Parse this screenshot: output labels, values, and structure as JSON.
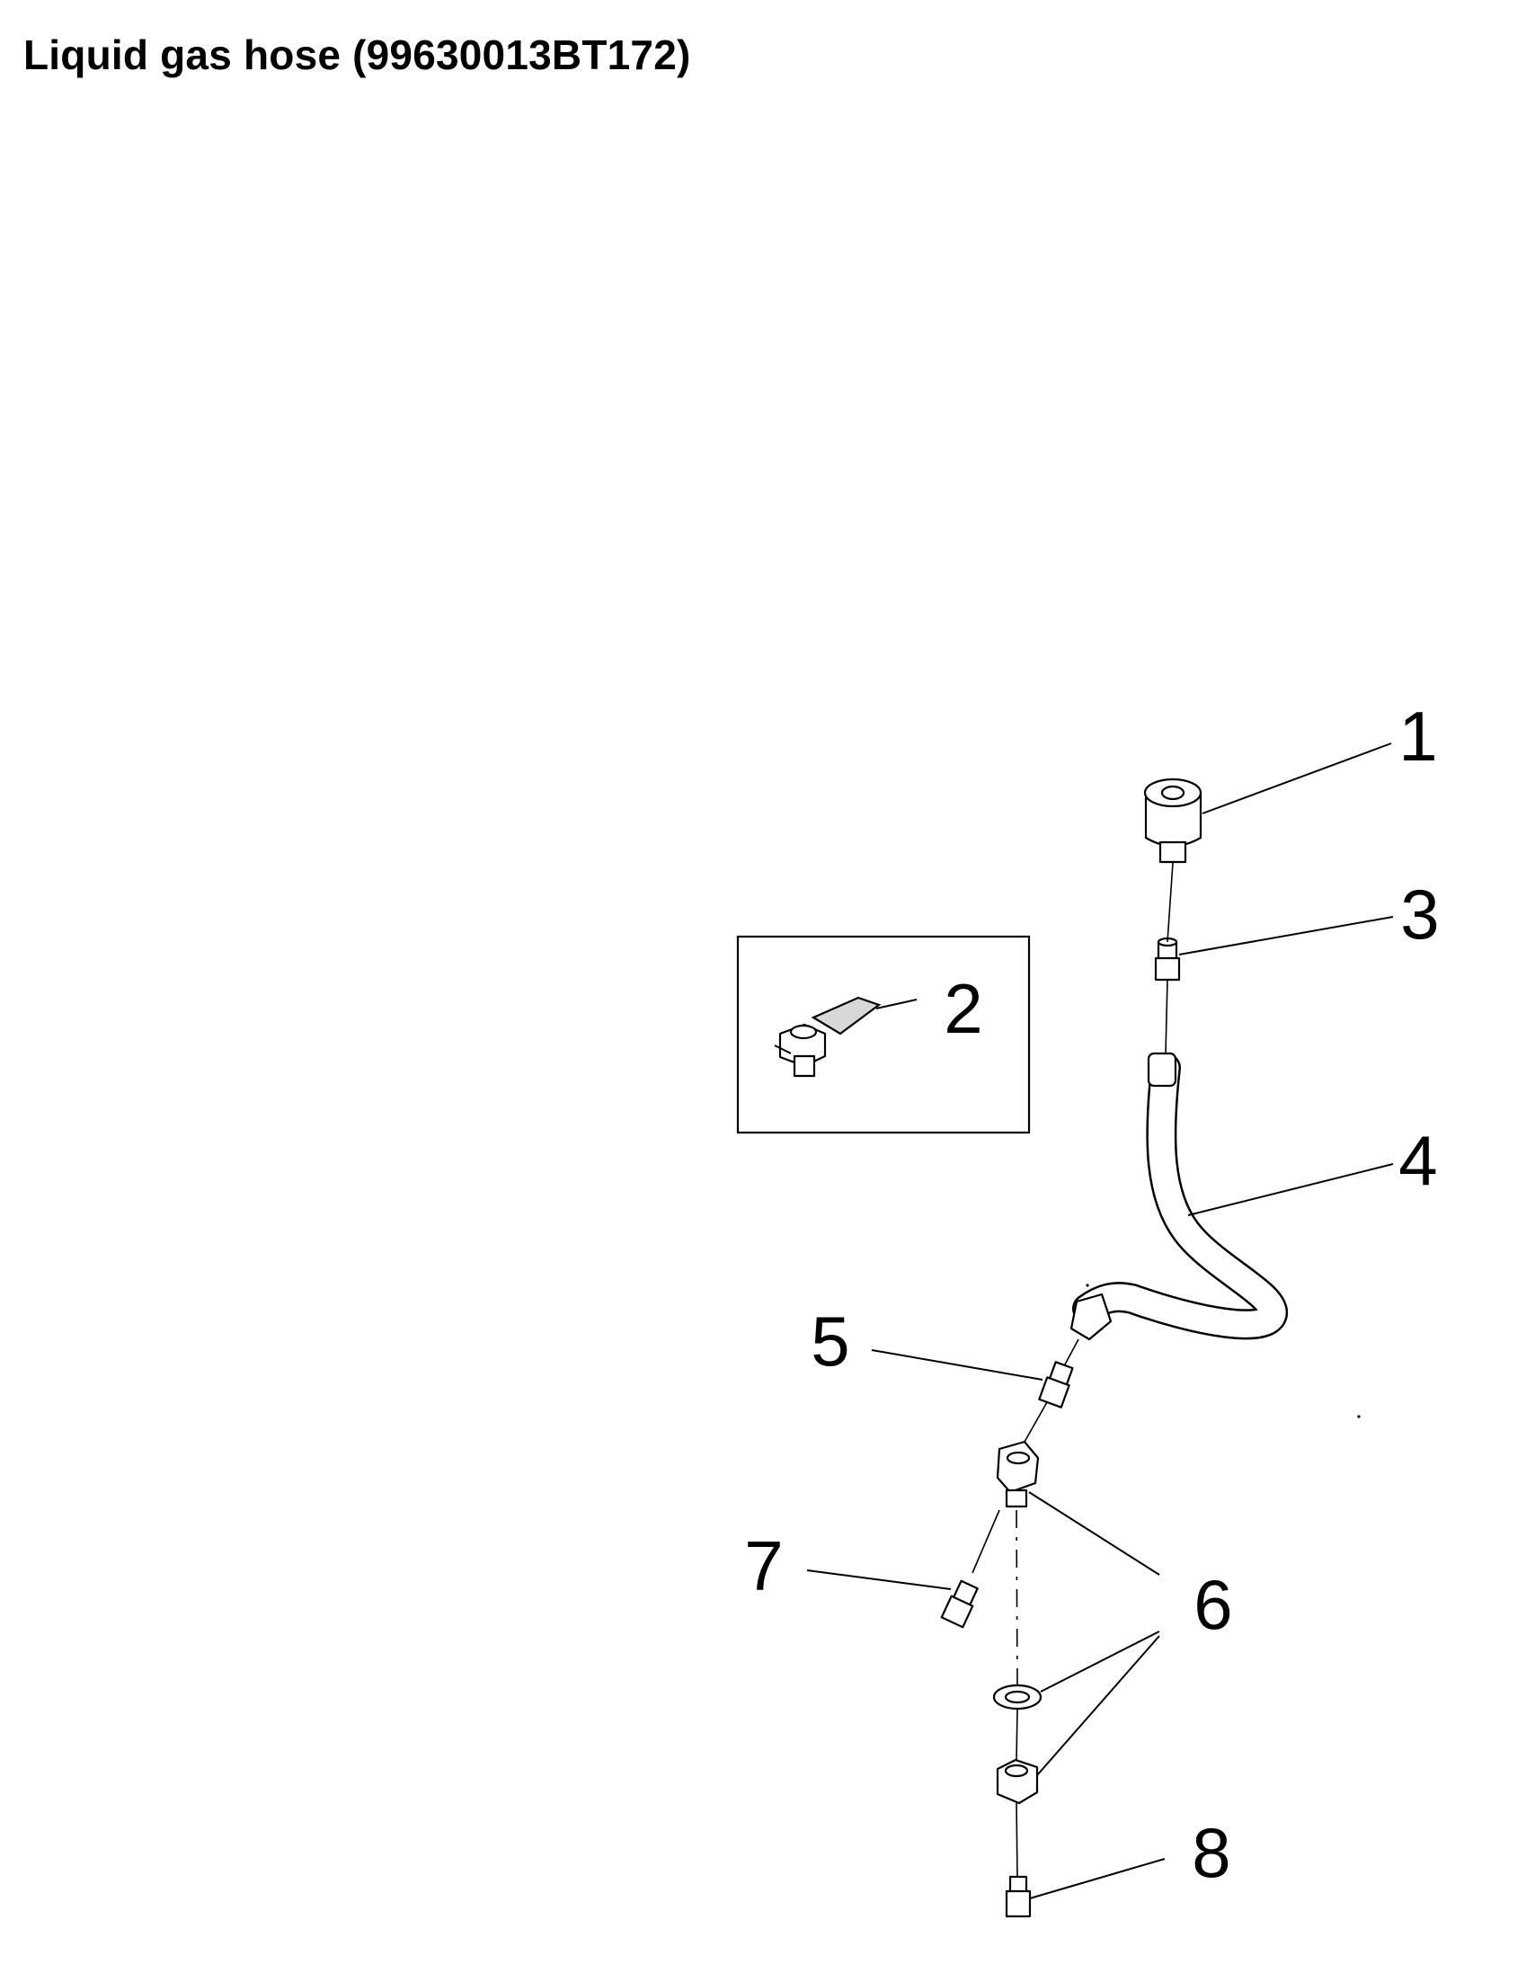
{
  "title": "Liquid gas hose (99630013BT172)",
  "callouts": {
    "c1": "1",
    "c2": "2",
    "c3": "3",
    "c4": "4",
    "c5": "5",
    "c6": "6",
    "c7": "7",
    "c8": "8"
  }
}
